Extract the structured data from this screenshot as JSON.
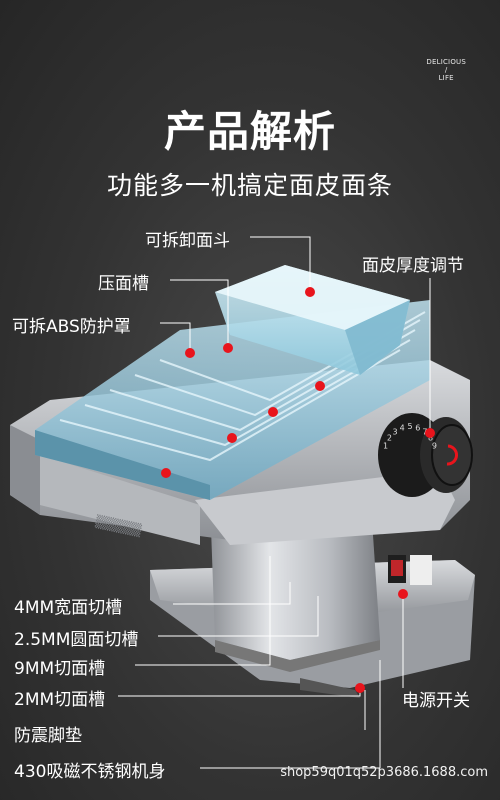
{
  "brand": {
    "line1": "DELICIOUS",
    "slash": "/",
    "line2": "LIFE"
  },
  "title": "产品解析",
  "subtitle": "功能多一机搞定面皮面条",
  "labels": {
    "hopper": "可拆卸面斗",
    "press_groove": "压面槽",
    "abs_cover": "可拆ABS防护罩",
    "thickness": "面皮厚度调节",
    "cut_4mm": "4MM宽面切槽",
    "cut_2_5mm": "2.5MM圆面切槽",
    "cut_9mm": "9MM切面槽",
    "cut_2mm": "2MM切面槽",
    "power": "电源开关",
    "feet": "防震脚垫",
    "body": "430吸磁不锈钢机身"
  },
  "knob_numbers": [
    "1",
    "2",
    "3",
    "4",
    "5",
    "6",
    "7",
    "8",
    "9"
  ],
  "footer": "shop59q01q52p3686.1688.com",
  "colors": {
    "dot": "#e8141c",
    "leader": "#ffffff",
    "steel": "#c9ccd0",
    "cover": "#8fc4d9"
  }
}
